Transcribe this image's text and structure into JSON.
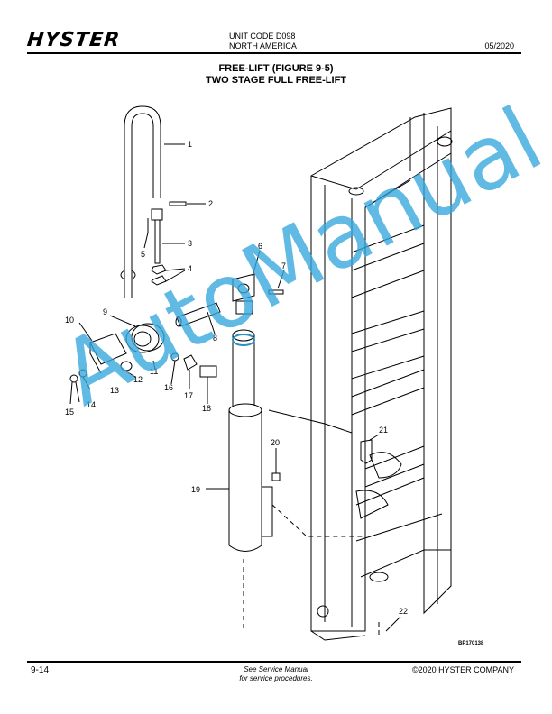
{
  "header": {
    "brand": "HYSTER",
    "unit_code": "UNIT CODE D098",
    "region": "NORTH AMERICA",
    "date": "05/2020"
  },
  "title": {
    "line1": "FREE-LIFT (FIGURE 9-5)",
    "line2": "TWO STAGE FULL FREE-LIFT"
  },
  "callouts": [
    "1",
    "2",
    "3",
    "4",
    "5",
    "6",
    "7",
    "8",
    "9",
    "10",
    "11",
    "12",
    "13",
    "14",
    "15",
    "16",
    "17",
    "18",
    "19",
    "20",
    "21",
    "22"
  ],
  "figure_code": "BP170138",
  "footer": {
    "page_number": "9-14",
    "note_line1": "See Service Manual",
    "note_line2": "for service procedures.",
    "copyright": "©2020 HYSTER COMPANY"
  },
  "watermark": "AutoManual"
}
